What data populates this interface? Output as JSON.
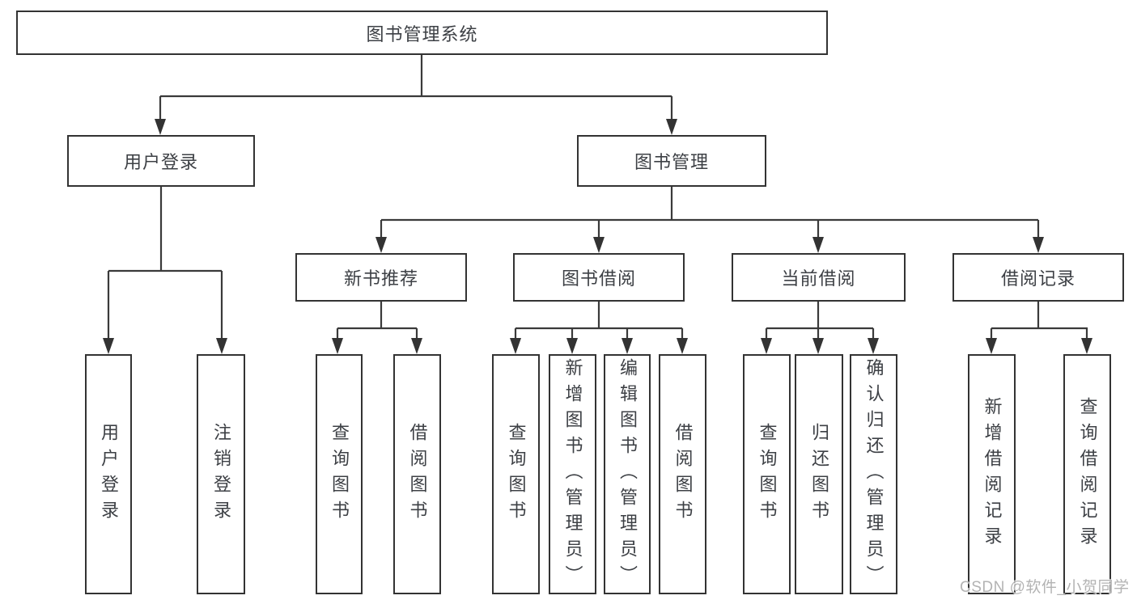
{
  "diagram": {
    "root": {
      "label": "图书管理系统"
    },
    "branches": [
      {
        "label": "用户登录",
        "children": [
          {
            "label": "用户登录"
          },
          {
            "label": "注销登录"
          }
        ]
      },
      {
        "label": "图书管理",
        "children": [
          {
            "label": "新书推荐",
            "children": [
              {
                "label": "查询图书"
              },
              {
                "label": "借阅图书"
              }
            ]
          },
          {
            "label": "图书借阅",
            "children": [
              {
                "label": "查询图书"
              },
              {
                "label": "新增图书（管理员）"
              },
              {
                "label": "编辑图书（管理员）"
              },
              {
                "label": "借阅图书"
              }
            ]
          },
          {
            "label": "当前借阅",
            "children": [
              {
                "label": "查询图书"
              },
              {
                "label": "归还图书"
              },
              {
                "label": "确认归还（管理员）"
              }
            ]
          },
          {
            "label": "借阅记录",
            "children": [
              {
                "label": "新增借阅记录"
              },
              {
                "label": "查询借阅记录"
              }
            ]
          }
        ]
      }
    ]
  },
  "watermark": {
    "text": "CSDN @软件_小贺同学"
  },
  "colors": {
    "line": "#3a3a3a",
    "box_border": "#333333",
    "text": "#3d4045",
    "watermark": "#b3b3b3",
    "background": "#ffffff"
  }
}
